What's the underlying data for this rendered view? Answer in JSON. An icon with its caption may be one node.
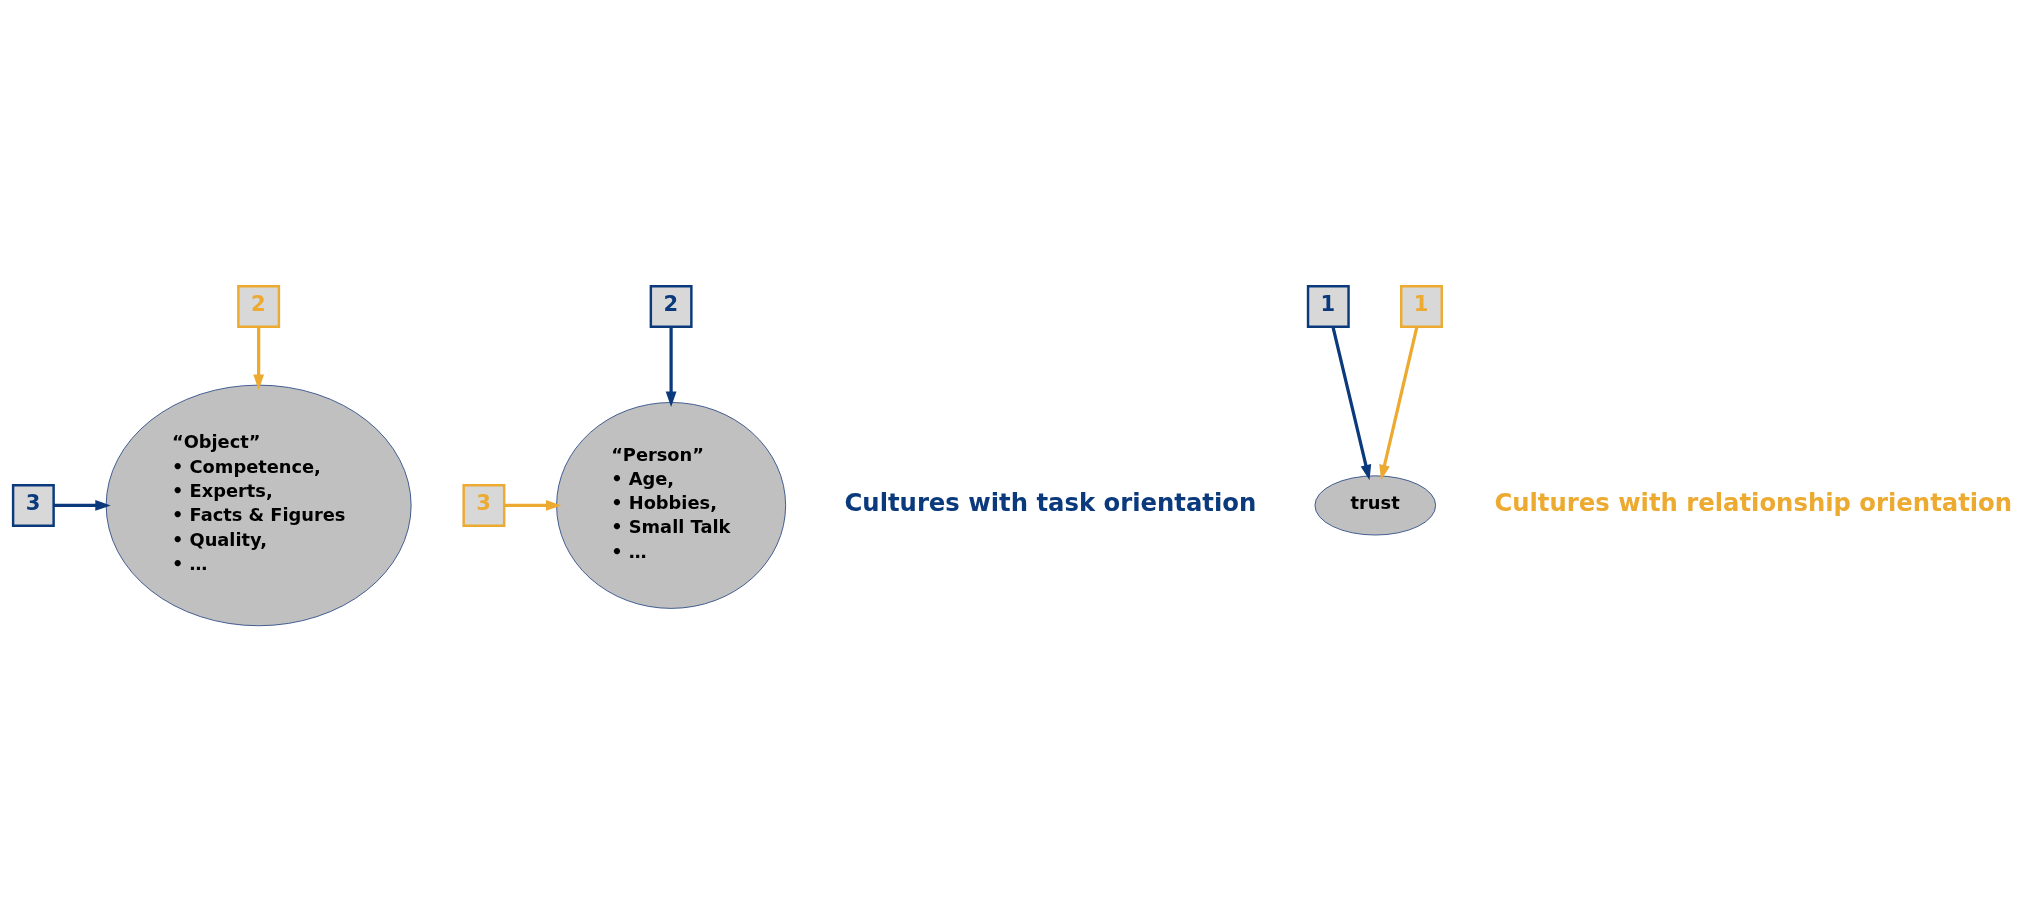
{
  "diagram": {
    "nodes": [
      {
        "text": [
          "“Object”",
          "• Competence,",
          "• Experts,",
          "• Facts & Figures",
          "• Quality,",
          "• …"
        ]
      },
      {
        "text": [
          "“Person”",
          "• Age,",
          "• Hobbies,",
          "• Small Talk",
          "• …"
        ]
      },
      {
        "text": [
          "trust"
        ]
      },
      {
        "text": [
          "1"
        ]
      },
      {
        "text": [
          "3"
        ]
      },
      {
        "text": [
          "3"
        ]
      },
      {
        "text": [
          "1"
        ]
      },
      {
        "text": [
          "2"
        ]
      },
      {
        "text": [
          "2"
        ]
      }
    ],
    "edges": [
      {
        "from": 3,
        "to": 2,
        "arrow": "to",
        "color": "#0a3a7c"
      },
      {
        "from": 8,
        "to": 1,
        "arrow": "to",
        "color": "#0a3a7c"
      },
      {
        "from": 5,
        "to": 0,
        "arrow": "to",
        "color": "#0a3a7c"
      },
      {
        "from": 4,
        "to": 1,
        "arrow": "to",
        "color": "#ecaa30"
      },
      {
        "from": 6,
        "to": 2,
        "arrow": "to",
        "color": "#ecaa30"
      },
      {
        "from": 7,
        "to": 0,
        "arrow": "to",
        "color": "#ecaa30"
      }
    ],
    "labels": [
      "Cultures with task orientation",
      "Cultures with relationship orientation"
    ]
  }
}
